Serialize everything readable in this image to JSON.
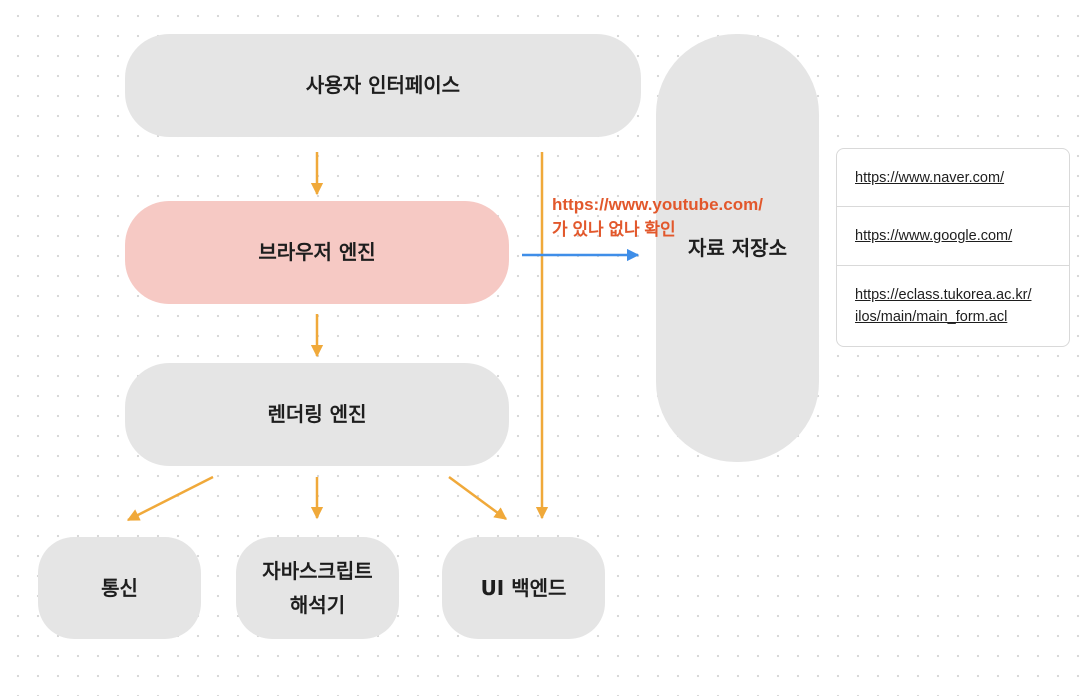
{
  "nodes": {
    "user_interface": "사용자 인터페이스",
    "browser_engine": "브라우저 엔진",
    "rendering_engine": "렌더링 엔진",
    "data_storage": "자료 저장소",
    "networking": "통신",
    "js_interpreter": "자바스크립트\n해석기",
    "ui_backend": "UI 백엔드"
  },
  "note": {
    "line1": "https://www.youtube.com/",
    "line2": "가 있나 없나 확인"
  },
  "url_list": [
    "https://www.naver.com/",
    "https://www.google.com/",
    "https://eclass.tukorea.ac.kr/\nilos/main/main_form.acl"
  ],
  "colors": {
    "node_fill": "#e5e5e5",
    "highlight_fill": "#f6c9c4",
    "arrow_orange": "#f0a93a",
    "arrow_blue": "#3f8ee8",
    "note_text": "#e2582c"
  }
}
